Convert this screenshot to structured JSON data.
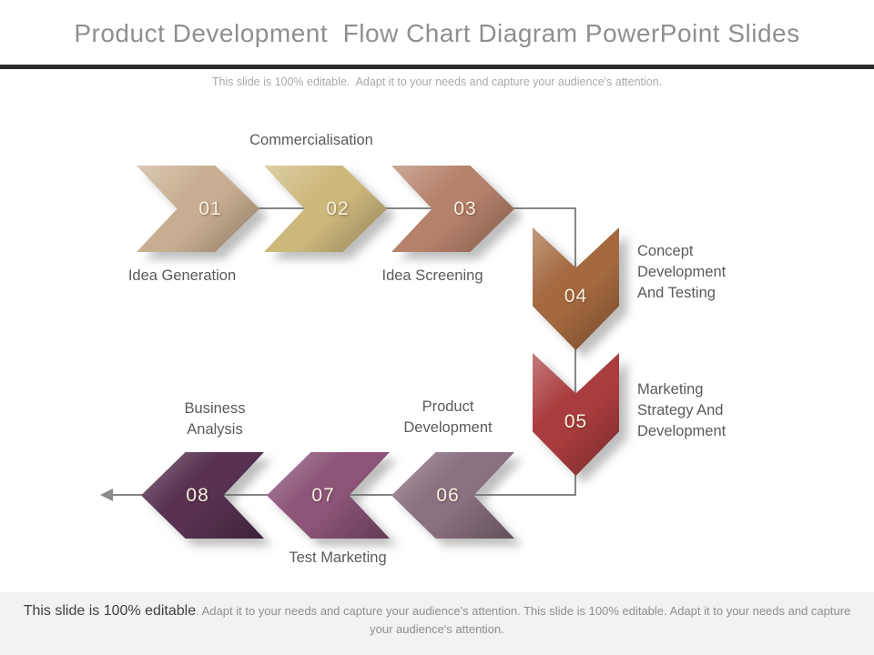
{
  "header": {
    "title": "Product Development  Flow Chart Diagram PowerPoint Slides",
    "subtitle": "This slide is 100% editable.  Adapt it to your needs and capture your audience's attention."
  },
  "diagram": {
    "connector_color": "#858585",
    "end_arrow_icon": "left-arrowhead-icon",
    "steps": [
      {
        "number": "01",
        "label": "Idea Generation",
        "color": "#c8ae90",
        "direction": "right"
      },
      {
        "number": "02",
        "label": "Commercialisation",
        "color": "#cdb87c",
        "direction": "right"
      },
      {
        "number": "03",
        "label": "Idea Screening",
        "color": "#b5816a",
        "direction": "right"
      },
      {
        "number": "04",
        "label": "Concept\nDevelopment\nAnd Testing",
        "color": "#a4693f",
        "direction": "down"
      },
      {
        "number": "05",
        "label": "Marketing\nStrategy And\nDevelopment",
        "color": "#a93c3e",
        "direction": "down"
      },
      {
        "number": "06",
        "label": "Product\nDevelopment",
        "color": "#8c7181",
        "direction": "left"
      },
      {
        "number": "07",
        "label": "Test Marketing",
        "color": "#8d5578",
        "direction": "left"
      },
      {
        "number": "08",
        "label": "Business\nAnalysis",
        "color": "#583250",
        "direction": "left"
      }
    ]
  },
  "bottom_bar": {
    "emphasis": "This slide is 100% editable",
    "rest": ". Adapt it to your needs and capture your audience's attention. This slide is 100% editable. Adapt it to your needs and capture your audience's attention."
  }
}
